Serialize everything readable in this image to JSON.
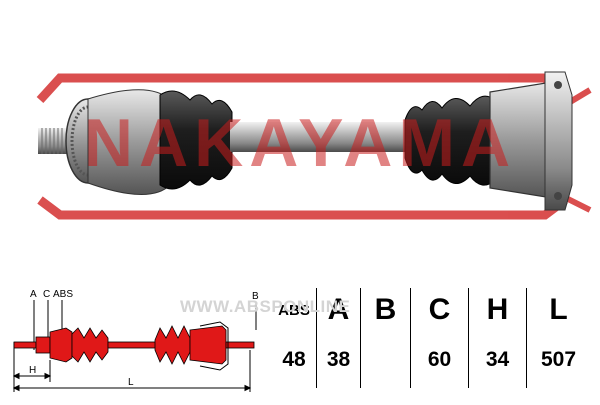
{
  "logo_text": "NAKAYAMA",
  "watermark": "WWW.ABSPONLINE",
  "diagram_labels": {
    "a": "A",
    "c": "C",
    "abs": "ABS",
    "b": "B",
    "h": "H",
    "l": "L"
  },
  "spec_table": {
    "headers": [
      "ABS",
      "A",
      "B",
      "C",
      "H",
      "L"
    ],
    "values": [
      "48",
      "38",
      "",
      "60",
      "34",
      "507"
    ]
  },
  "colors": {
    "highlight_red": "#e01818",
    "logo_red": "#c81e1e"
  }
}
